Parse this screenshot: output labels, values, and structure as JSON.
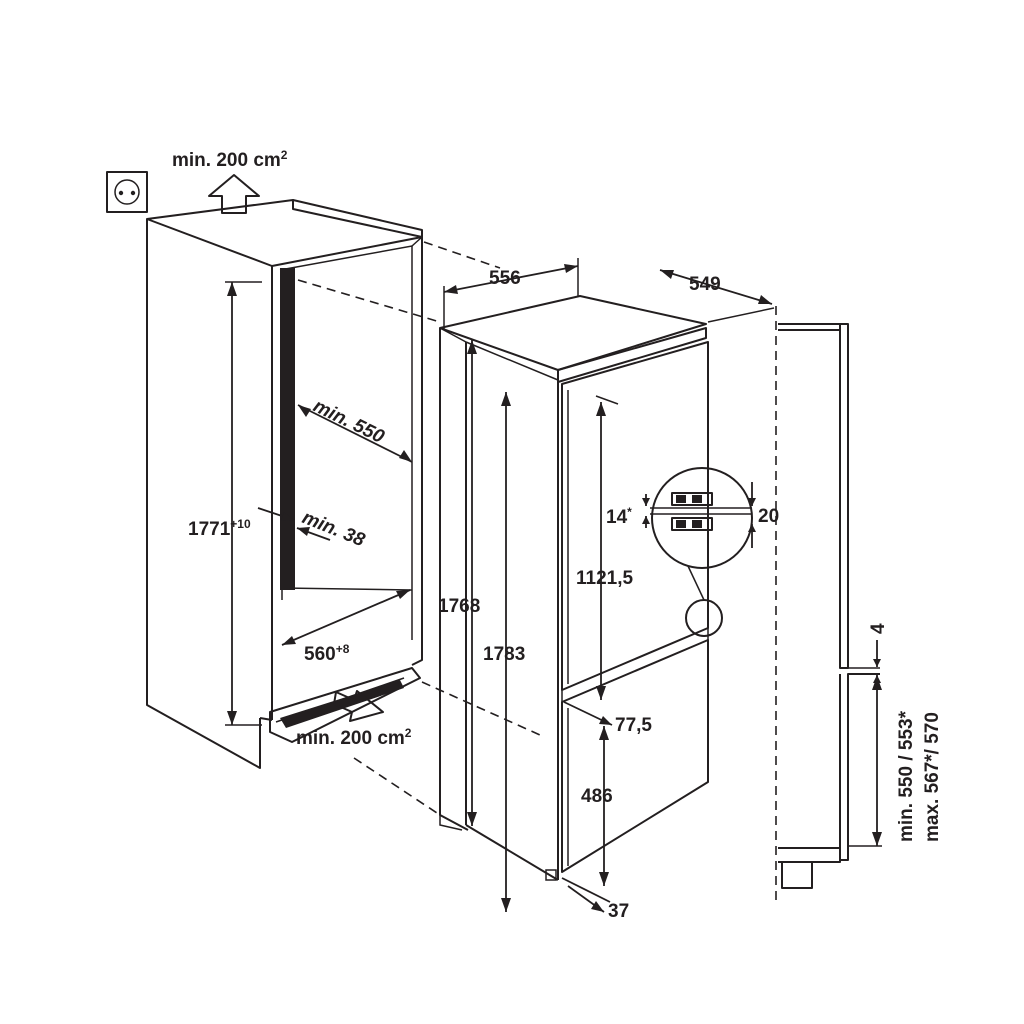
{
  "labels": {
    "vent_top": "min. 200 cm",
    "vent_top_sup": "2",
    "vent_bottom": "min. 200 cm",
    "vent_bottom_sup": "2",
    "depth_min": "min. 550",
    "gap_min": "min. 38",
    "height_niche": "1771",
    "height_niche_sup": "+10",
    "width_niche": "560",
    "width_niche_sup": "+8",
    "width_appliance": "556",
    "depth_appliance": "549",
    "height_1768": "1768",
    "height_1783": "1783",
    "height_fridge": "1121,5",
    "gap_doors": "77,5",
    "height_freezer": "486",
    "plinth": "37",
    "hinge_left": "14",
    "hinge_left_sup": "*",
    "hinge_right": "20",
    "door_gap": "4",
    "door_width_min": "min. 550 / 553*",
    "door_width_max": "max. 567*/ 570"
  },
  "icons": {
    "socket": "power-socket-icon",
    "arrow_up": "airflow-up-arrow-icon",
    "arrow_in": "airflow-in-arrow-icon"
  },
  "colors": {
    "ink": "#231f20",
    "background": "#ffffff"
  }
}
